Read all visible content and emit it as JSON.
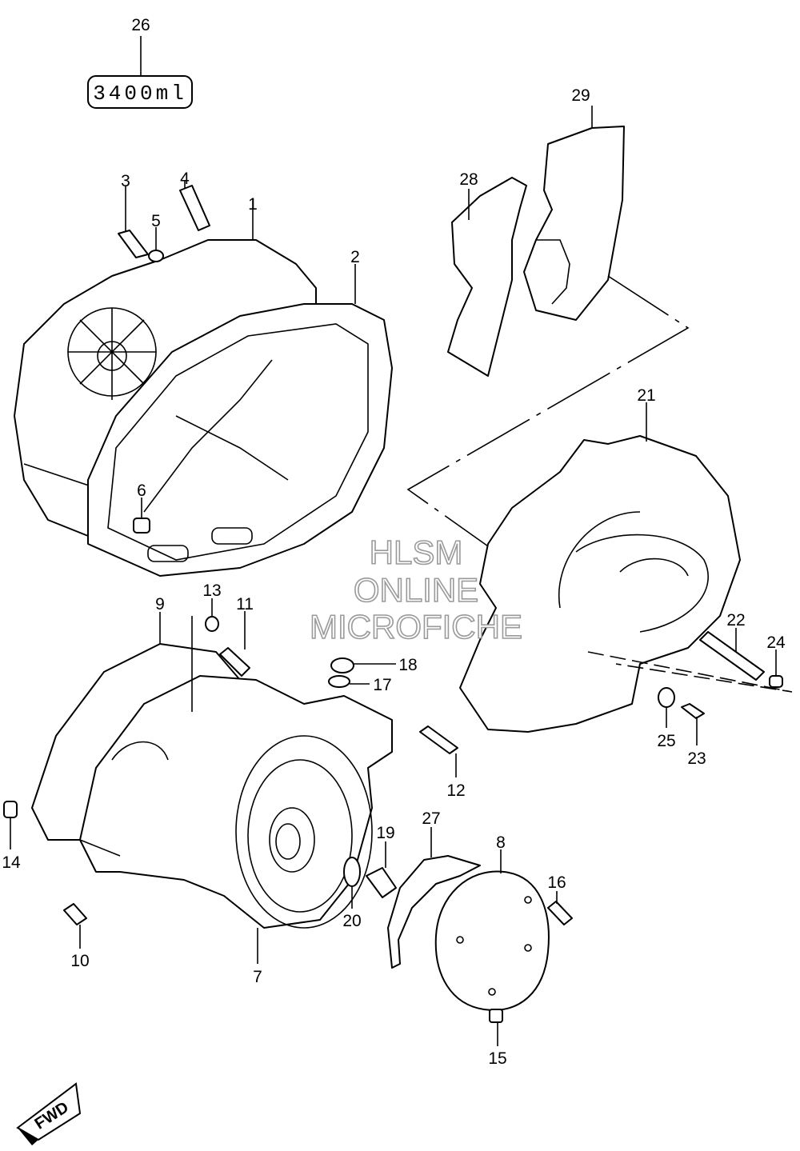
{
  "callouts": [
    {
      "id": "label-26",
      "text": "26"
    },
    {
      "id": "label-29",
      "text": "29"
    },
    {
      "id": "label-28",
      "text": "28"
    },
    {
      "id": "label-4",
      "text": "4"
    },
    {
      "id": "label-3",
      "text": "3"
    },
    {
      "id": "label-5",
      "text": "5"
    },
    {
      "id": "label-1",
      "text": "1"
    },
    {
      "id": "label-2",
      "text": "2"
    },
    {
      "id": "label-6",
      "text": "6"
    },
    {
      "id": "label-21",
      "text": "21"
    },
    {
      "id": "label-13",
      "text": "13"
    },
    {
      "id": "label-9",
      "text": "9"
    },
    {
      "id": "label-11",
      "text": "11"
    },
    {
      "id": "label-18",
      "text": "18"
    },
    {
      "id": "label-17",
      "text": "17"
    },
    {
      "id": "label-22",
      "text": "22"
    },
    {
      "id": "label-24",
      "text": "24"
    },
    {
      "id": "label-25",
      "text": "25"
    },
    {
      "id": "label-23",
      "text": "23"
    },
    {
      "id": "label-12",
      "text": "12"
    },
    {
      "id": "label-14",
      "text": "14"
    },
    {
      "id": "label-27",
      "text": "27"
    },
    {
      "id": "label-8",
      "text": "8"
    },
    {
      "id": "label-19",
      "text": "19"
    },
    {
      "id": "label-20",
      "text": "20"
    },
    {
      "id": "label-16",
      "text": "16"
    },
    {
      "id": "label-10",
      "text": "10"
    },
    {
      "id": "label-7",
      "text": "7"
    },
    {
      "id": "label-15",
      "text": "15"
    }
  ],
  "oil_capacity_label": "3400ml",
  "watermark": [
    "HLSM",
    "ONLINE",
    "MICROFICHE"
  ],
  "fwd_badge": "FWD"
}
